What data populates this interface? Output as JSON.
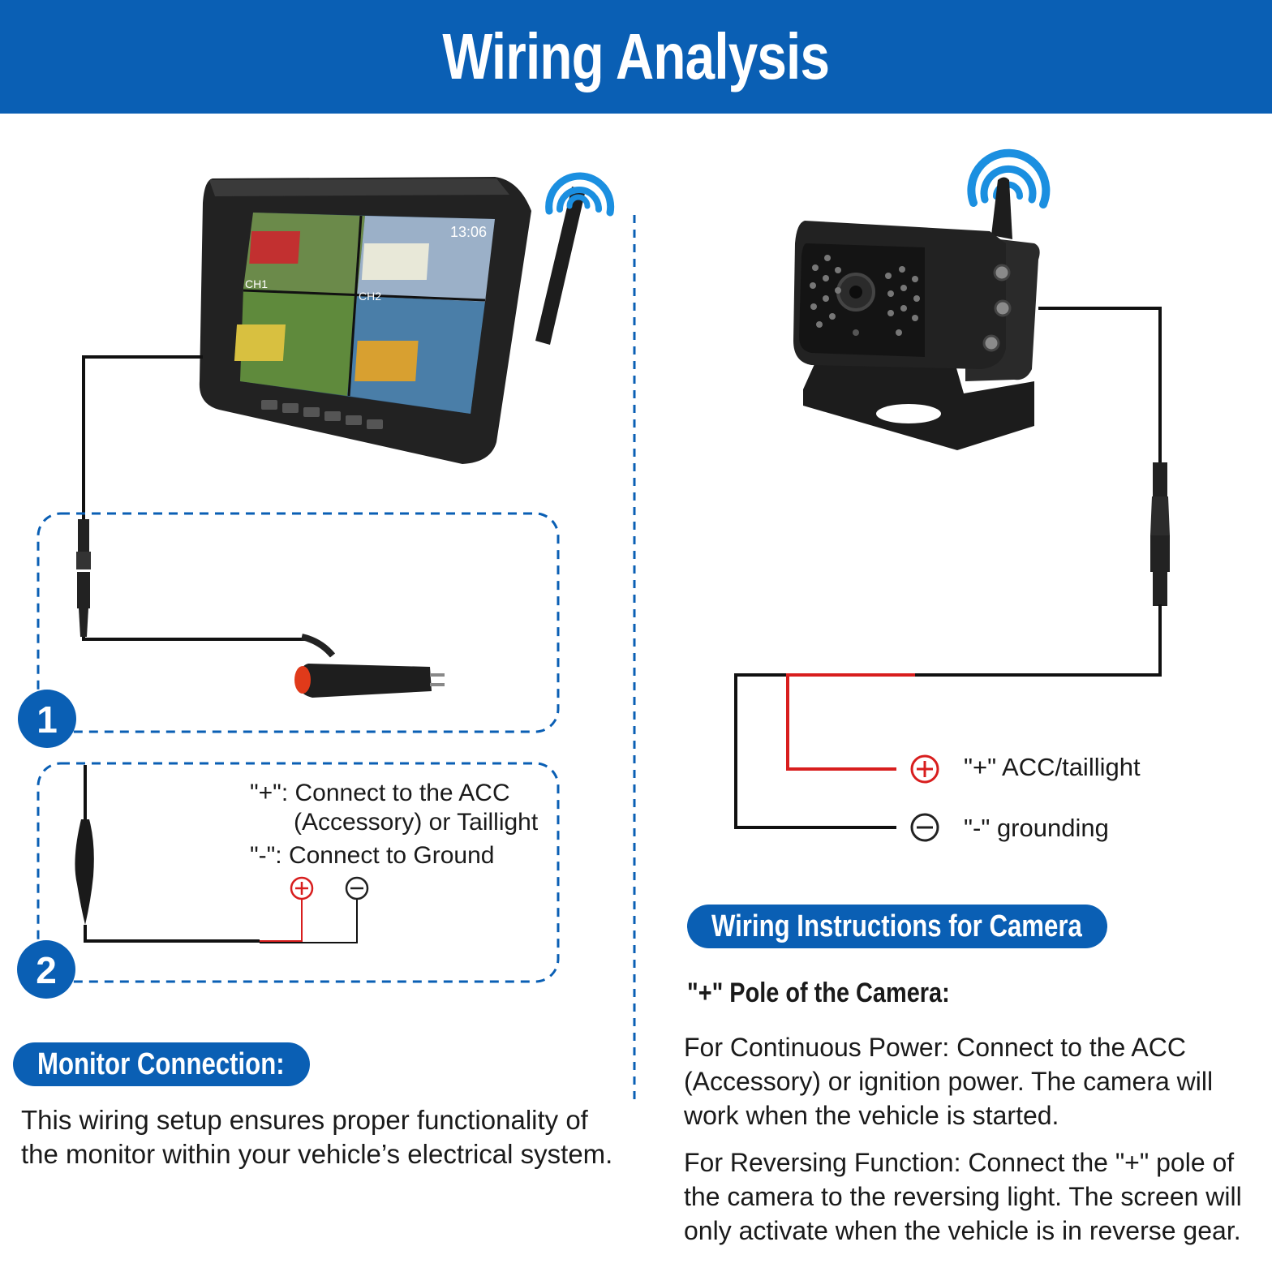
{
  "header": {
    "title": "Wiring Analysis"
  },
  "monitor_section": {
    "step1_number": "1",
    "step2_number": "2",
    "plus_note_line1": "\"+\": Connect to the ACC",
    "plus_note_line2": "(Accessory) or Taillight",
    "minus_note": "\"-\": Connect to Ground",
    "screen_time": "13:06",
    "channel_1": "CH1",
    "channel_2": "CH2",
    "heading": "Monitor Connection:",
    "description": "This wiring setup ensures proper functionality of the monitor within your vehicle’s electrical system."
  },
  "camera_section": {
    "plus_label": "\"+\" ACC/taillight",
    "minus_label": "\"-\" grounding",
    "heading": "Wiring Instructions for Camera",
    "pole_title": "\"+\" Pole of the Camera:",
    "continuous_power": "For Continuous Power: Connect to the ACC (Accessory) or ignition power. The camera will work when the vehicle is started.",
    "reversing_function": "For Reversing Function: Connect the \"+\" pole of the camera to the reversing light. The screen will only activate when the vehicle is in reverse gear."
  },
  "colors": {
    "brand_blue": "#0a5fb4",
    "signal_blue": "#1b8fe0",
    "positive_red": "#d81e1e",
    "wire_black": "#111111"
  },
  "icons": [
    "wireless-signal-icon",
    "plus-circle-icon",
    "minus-circle-icon",
    "cigarette-lighter-plug",
    "step-number-badge"
  ]
}
